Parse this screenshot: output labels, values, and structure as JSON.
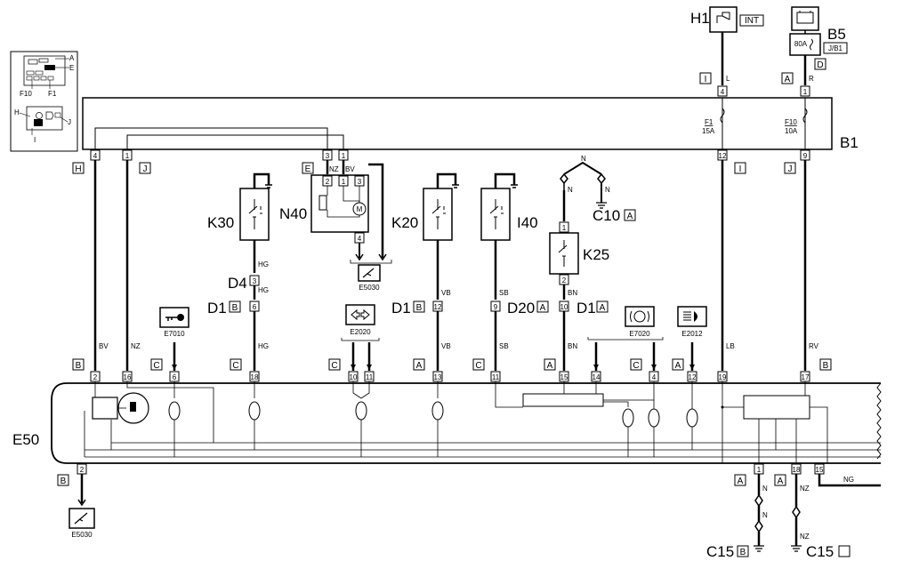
{
  "components": {
    "h1": "H1",
    "h1_tag": "INT",
    "b5": "B5",
    "b5_fuse": "80A",
    "b5_tag": "J/B1",
    "b1": "B1",
    "f1": "F1",
    "f1_rating": "15A",
    "f10": "F10",
    "f10_rating": "10A",
    "k30": "K30",
    "n40": "N40",
    "k20": "K20",
    "i40": "I40",
    "k25": "K25",
    "c10": "C10",
    "c10_conn": "A",
    "d4": "D4",
    "d1": "D1",
    "d20": "D20",
    "d20_conn": "A",
    "e50": "E50",
    "c15": "C15"
  },
  "location_inset": {
    "labels": [
      "A",
      "E",
      "F10",
      "F1",
      "H",
      "J",
      "I"
    ]
  },
  "connector_letters": [
    "I",
    "A",
    "D",
    "H",
    "J",
    "E",
    "I",
    "J",
    "B",
    "B",
    "A",
    "B",
    "C",
    "C",
    "C",
    "A",
    "C",
    "A",
    "C",
    "A",
    "B",
    "B",
    "A",
    "A",
    "B"
  ],
  "wire_colors": [
    "L",
    "R",
    "NZ",
    "BV",
    "HG",
    "HG",
    "HG",
    "VB",
    "VB",
    "SB",
    "SB",
    "BN",
    "BN",
    "LB",
    "RV",
    "BV",
    "NZ",
    "N",
    "N",
    "N",
    "N",
    "N",
    "NZ",
    "NZ",
    "NG"
  ],
  "pin_numbers": [
    "4",
    "1",
    "4",
    "1",
    "3",
    "1",
    "2",
    "1",
    "3",
    "4",
    "12",
    "9",
    "3",
    "6",
    "12",
    "9",
    "10",
    "1",
    "2",
    "2",
    "16",
    "6",
    "18",
    "10",
    "11",
    "13",
    "11",
    "15",
    "14",
    "4",
    "12",
    "19",
    "17",
    "2",
    "1",
    "18",
    "15"
  ],
  "symbol_codes": [
    "E5030",
    "E7010",
    "E2020",
    "E7020",
    "E2012",
    "E5030"
  ]
}
